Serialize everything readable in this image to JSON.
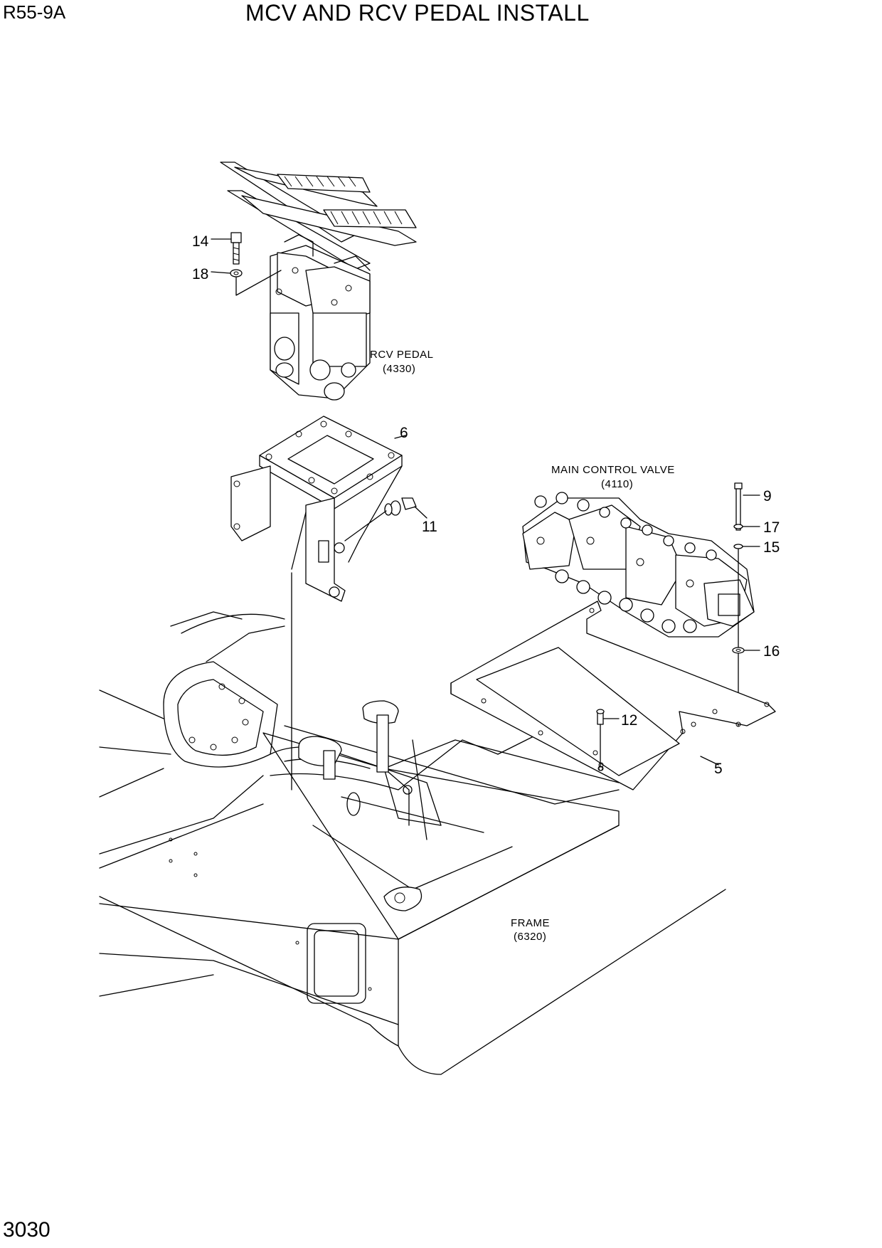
{
  "header": {
    "model": "R55-9A",
    "title": "MCV AND RCV PEDAL INSTALL",
    "page_number": "3030"
  },
  "labels": {
    "rcv_pedal": {
      "name": "RCV PEDAL",
      "code": "(4330)"
    },
    "main_control_valve": {
      "name": "MAIN CONTROL VALVE",
      "code": "(4110)"
    },
    "frame": {
      "name": "FRAME",
      "code": "(6320)"
    }
  },
  "callouts": {
    "c14": "14",
    "c18": "18",
    "c6": "6",
    "c11": "11",
    "c9": "9",
    "c17": "17",
    "c15": "15",
    "c16": "16",
    "c12": "12",
    "c5": "5"
  }
}
